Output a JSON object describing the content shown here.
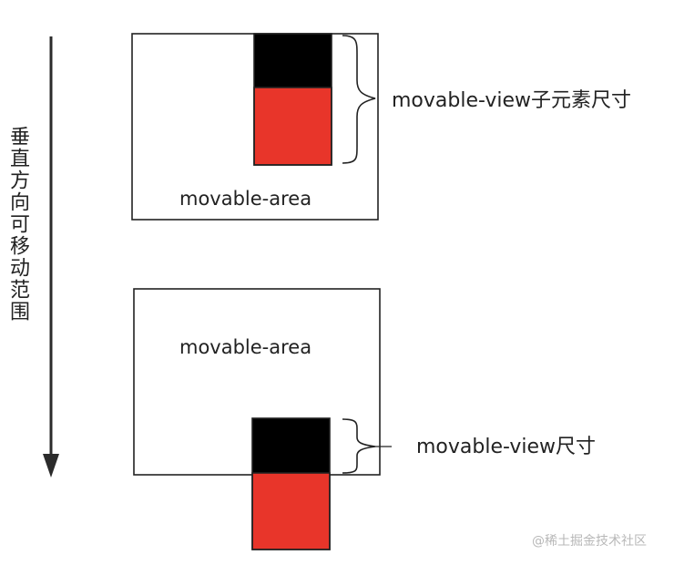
{
  "axis": {
    "label": "垂直方向可移动范围"
  },
  "top_example": {
    "area_label": "movable-area",
    "view_label": "movable-view子元素尺寸"
  },
  "bottom_example": {
    "area_label": "movable-area",
    "view_label": "movable-view尺寸"
  },
  "watermark": "@稀土掘金技术社区",
  "colors": {
    "block_black": "#000000",
    "block_red": "#e8352a",
    "border": "#222222",
    "arrow": "#2b2b2b",
    "watermark": "#b8b8b8"
  }
}
